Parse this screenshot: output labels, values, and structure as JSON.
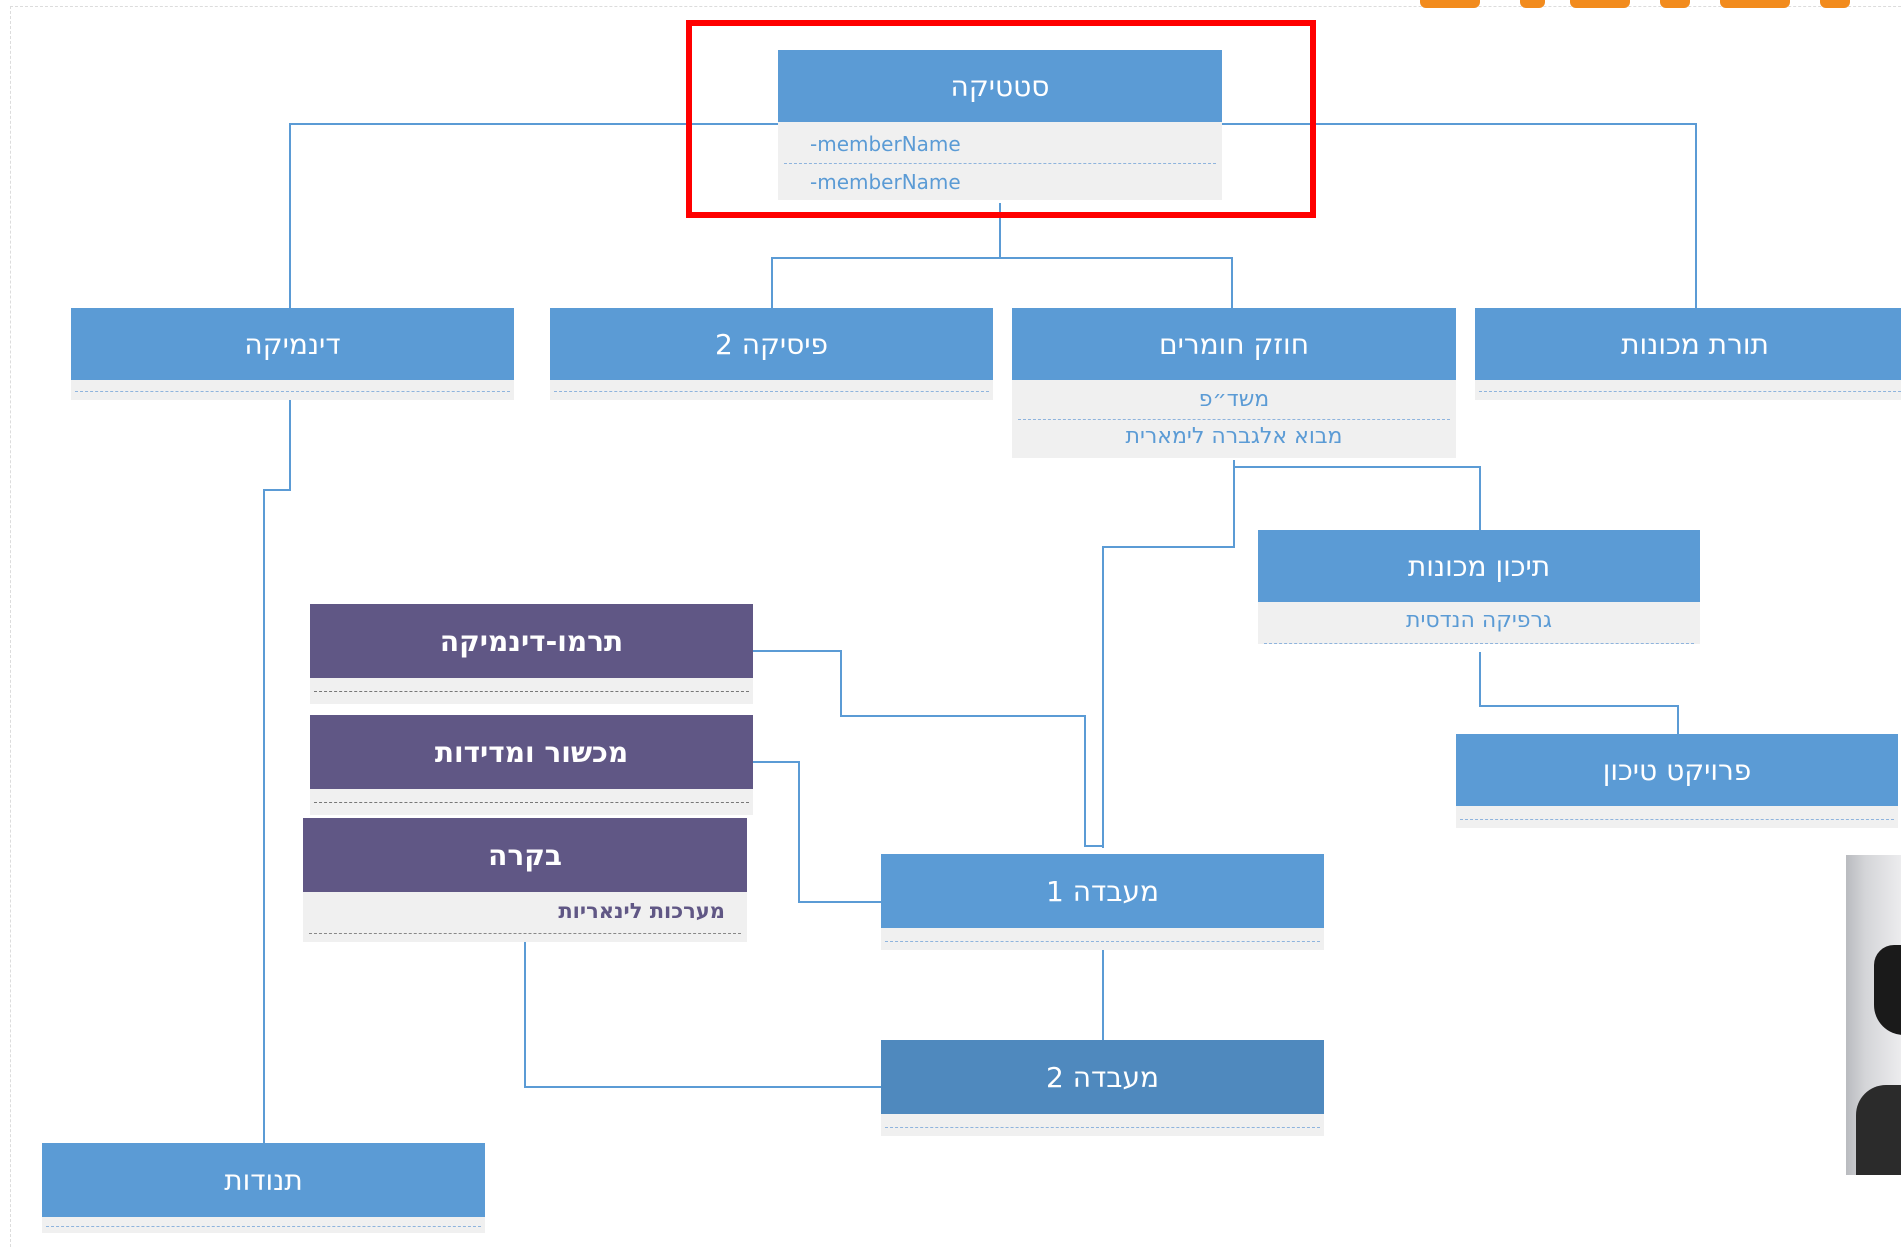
{
  "nodes": {
    "statics": {
      "title": "סטטיקה",
      "rows": [
        "-memberName",
        "-memberName"
      ]
    },
    "dynamics": {
      "title": "דינמיקה"
    },
    "physics2": {
      "title": "פיסיקה 2"
    },
    "strength": {
      "title": "חוזק חומרים",
      "rows": [
        "משד״פ",
        "מבוא אלגברה לימארית"
      ]
    },
    "machine_theory": {
      "title": "תורת מכונות"
    },
    "machine_design": {
      "title": "תיכון מכונות",
      "rows": [
        "גרפיקה הנדסית"
      ]
    },
    "design_project": {
      "title": "פרויקט טיכון"
    },
    "thermo": {
      "title": "תרמו-דינמיקה"
    },
    "instrumentation": {
      "title": "מכשור ומדידות"
    },
    "control": {
      "title": "בקרה",
      "rows": [
        "מערכות לינאריות"
      ]
    },
    "lab1": {
      "title": "מעבדה 1"
    },
    "lab2": {
      "title": "מעבדה 2"
    },
    "vibrations": {
      "title": "תנודות"
    }
  },
  "colors": {
    "node_blue": "#5b9bd5",
    "node_blue_dark": "#4f89be",
    "node_purple": "#605785",
    "connector": "#5b9bd5",
    "highlight": "#ff0000"
  }
}
